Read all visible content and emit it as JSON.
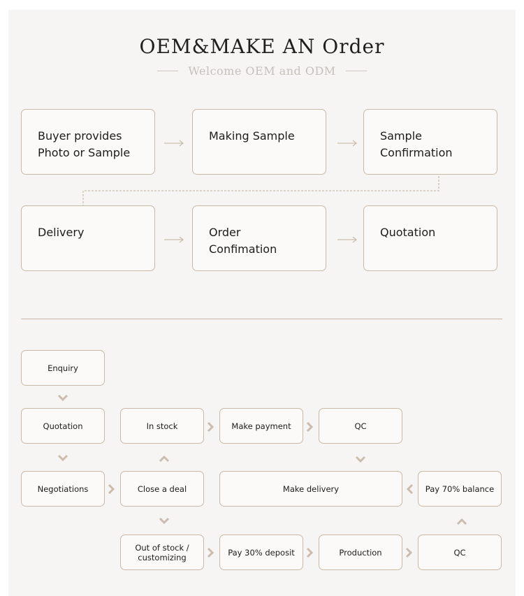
{
  "header": {
    "title": "OEM&MAKE AN Order",
    "subtitle": "Welcome OEM and ODM"
  },
  "process_steps": [
    {
      "label": "Buyer provides\nPhoto or Sample"
    },
    {
      "label": "Making Sample"
    },
    {
      "label": "Sample\nConfirmation"
    },
    {
      "label": "Delivery"
    },
    {
      "label": "Order\nConfimation"
    },
    {
      "label": "Quotation"
    }
  ],
  "flow": {
    "enquiry": "Enquiry",
    "quotation": "Quotation",
    "negotiations": "Negotiations",
    "in_stock": "In stock",
    "close_deal": "Close a deal",
    "out_of_stock": "Out of stock /\ncustomizing",
    "make_payment": "Make payment",
    "qc_top": "QC",
    "make_delivery": "Make delivery",
    "pay_balance": "Pay 70% balance",
    "pay_deposit": "Pay 30% deposit",
    "production": "Production",
    "qc_bottom": "QC"
  },
  "colors": {
    "accent": "#c9b9a6",
    "arrow": "#cbbdad",
    "background": "#f6f5f4"
  }
}
